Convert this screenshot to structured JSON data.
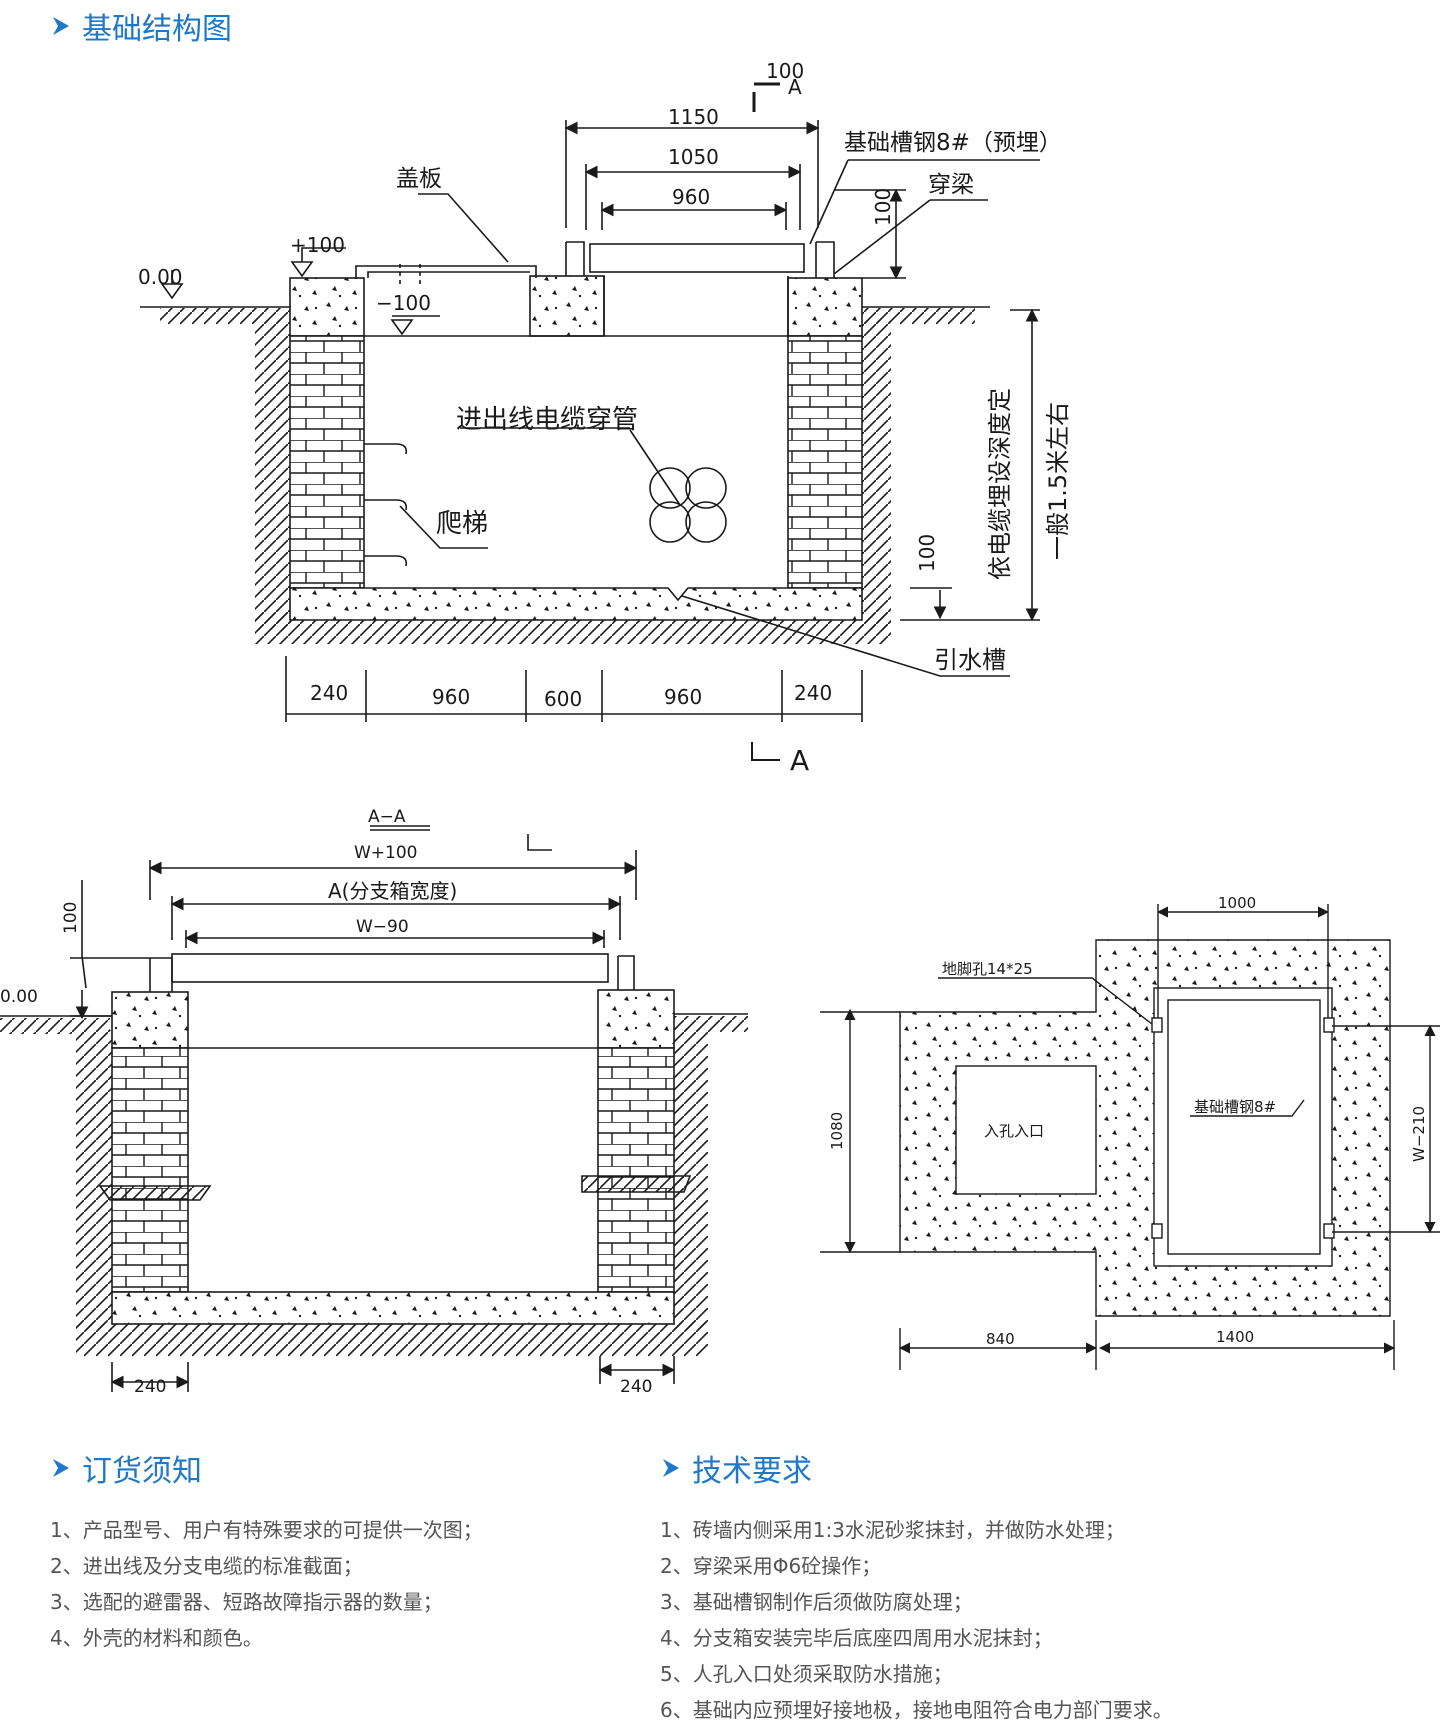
{
  "colors": {
    "title_blue": "#1f78c8",
    "line": "#1a1a1a",
    "text": "#555555"
  },
  "sections": {
    "structure": {
      "title": "基础结构图",
      "icon": "chevron-right-icon"
    },
    "order": {
      "title": "订货须知",
      "icon": "chevron-right-icon",
      "items": [
        "1、产品型号、用户有特殊要求的可提供一次图；",
        "2、进出线及分支电缆的标准截面；",
        "3、选配的避雷器、短路故障指示器的数量；",
        "4、外壳的材料和颜色。"
      ]
    },
    "tech": {
      "title": "技术要求",
      "icon": "chevron-right-icon",
      "items": [
        "1、砖墙内侧采用1:3水泥砂浆抹封，并做防水处理；",
        "2、穿梁采用Φ6砼操作；",
        "3、基础槽钢制作后须做防腐处理；",
        "4、分支箱安装完毕后底座四周用水泥抹封；",
        "5、人孔入口处须采取防水措施；",
        "6、基础内应预埋好接地极，接地电阻符合电力部门要求。"
      ]
    }
  },
  "section_view": {
    "dim_100_top": "100",
    "label_A_top": "A",
    "dim_1150": "1150",
    "dim_1050": "1050",
    "dim_960_top": "960",
    "label_steel": "基础槽钢8#（预埋）",
    "label_beam": "穿梁",
    "label_cover": "盖板",
    "label_plus100": "+100",
    "label_zero": "0.00",
    "label_minus100": "−100",
    "dim_100_right": "100",
    "label_cable_pipe": "进出线电缆穿管",
    "label_ladder": "爬梯",
    "label_depth1": "依电缆埋设深度定",
    "label_depth2": "一般1.5米左右",
    "dim_100_bottom": "100",
    "label_drain": "引水槽",
    "bottom_dims": [
      "240",
      "960",
      "600",
      "960",
      "240"
    ],
    "label_A_bottom": "A"
  },
  "aa_view": {
    "title": "A−A",
    "dim_w100": "W+100",
    "dim_a": "A(分支箱宽度)",
    "dim_w90": "W−90",
    "dim_100": "100",
    "label_zero": "0.00",
    "dim_240_left": "240",
    "dim_240_right": "240"
  },
  "plan_view": {
    "dim_1000": "1000",
    "label_anchor": "地脚孔14*25",
    "label_manhole": "入孔入口",
    "label_steel": "基础槽钢8#",
    "dim_1080": "1080",
    "dim_w210": "W−210",
    "dim_840": "840",
    "dim_1400": "1400"
  }
}
